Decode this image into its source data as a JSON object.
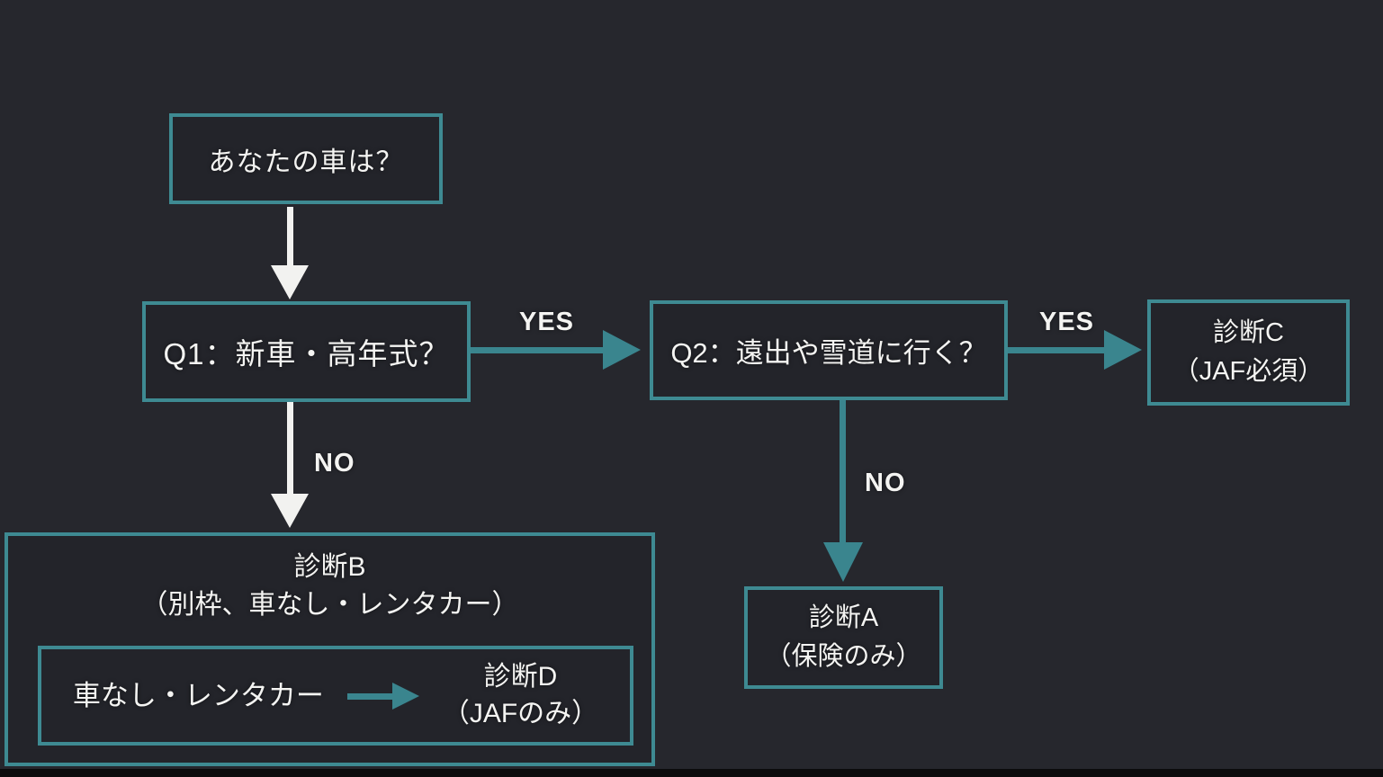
{
  "colors": {
    "background": "#26272d",
    "box_border": "#3e8a92",
    "teal_arrow": "#3a858e",
    "white_arrow": "#f2f2f0",
    "text": "#f4f4f2",
    "bottom_bar": "#0c0c0d"
  },
  "flowchart": {
    "start": {
      "label": "あなたの車は？"
    },
    "q1": {
      "label": "Q1：新車・高年式？",
      "yes_label": "YES",
      "no_label": "NO"
    },
    "q2": {
      "label": "Q2：遠出や雪道に行く？",
      "yes_label": "YES",
      "no_label": "NO"
    },
    "diagnosis_c": {
      "title": "診断C",
      "subtitle": "（JAF必須）"
    },
    "diagnosis_a": {
      "title": "診断A",
      "subtitle": "（保険のみ）"
    },
    "diagnosis_b": {
      "title": "診断B",
      "subtitle": "（別枠、車なし・レンタカー）"
    },
    "diagnosis_d": {
      "condition": "車なし・レンタカー",
      "title": "診断D",
      "subtitle": "（JAFのみ）"
    }
  }
}
